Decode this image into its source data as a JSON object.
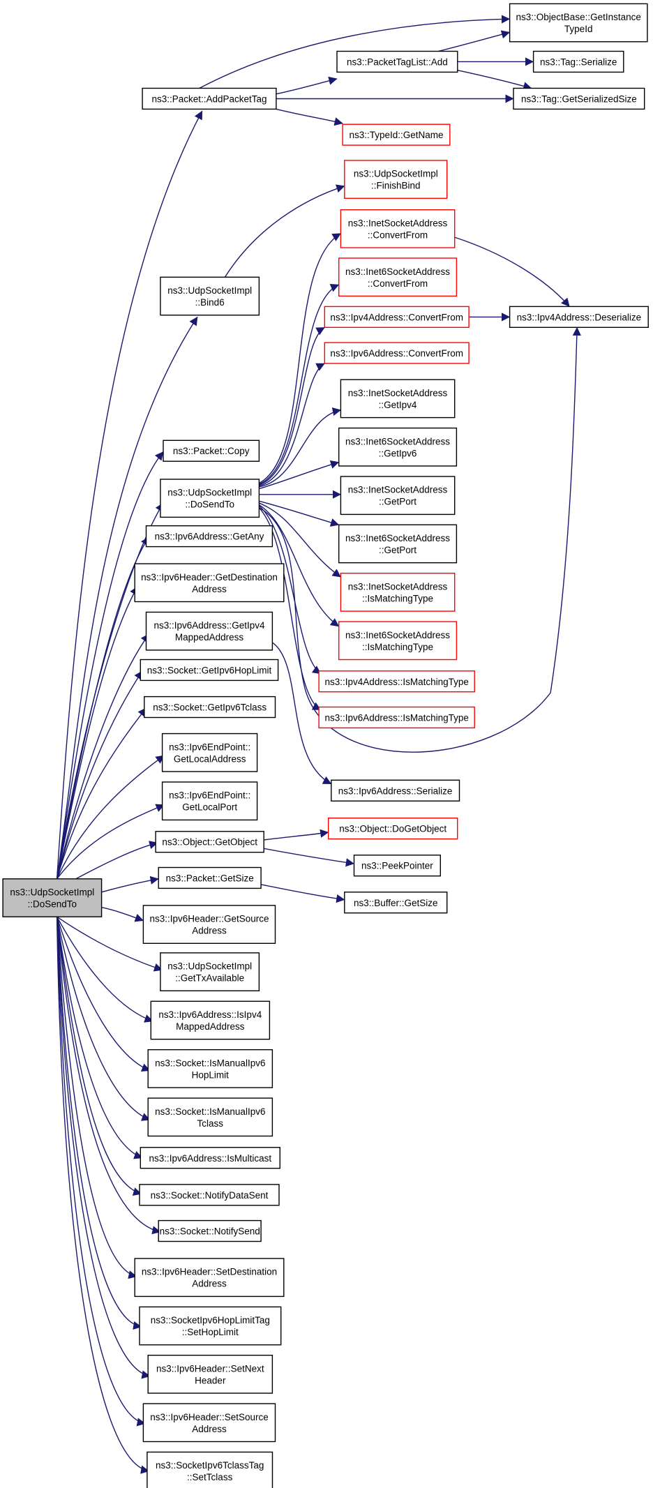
{
  "nodes": {
    "root": [
      "ns3::UdpSocketImpl",
      "::DoSendTo"
    ],
    "objectbase_gettypeid": [
      "ns3::ObjectBase::GetInstance",
      "TypeId"
    ],
    "packet_addpackettag": [
      "ns3::Packet::AddPacketTag"
    ],
    "packettaglist_add": [
      "ns3::PacketTagList::Add"
    ],
    "tag_serialize": [
      "ns3::Tag::Serialize"
    ],
    "tag_getserializedsize": [
      "ns3::Tag::GetSerializedSize"
    ],
    "typeid_getname": [
      "ns3::TypeId::GetName"
    ],
    "finishbind": [
      "ns3::UdpSocketImpl",
      "::FinishBind"
    ],
    "bind6": [
      "ns3::UdpSocketImpl",
      "::Bind6"
    ],
    "inetsock_convertfrom": [
      "ns3::InetSocketAddress",
      "::ConvertFrom"
    ],
    "inet6sock_convertfrom": [
      "ns3::Inet6SocketAddress",
      "::ConvertFrom"
    ],
    "ipv4_convertfrom": [
      "ns3::Ipv4Address::ConvertFrom"
    ],
    "ipv4_deserialize": [
      "ns3::Ipv4Address::Deserialize"
    ],
    "ipv6_convertfrom": [
      "ns3::Ipv6Address::ConvertFrom"
    ],
    "inetsock_getipv4": [
      "ns3::InetSocketAddress",
      "::GetIpv4"
    ],
    "packet_copy": [
      "ns3::Packet::Copy"
    ],
    "inet6sock_getipv6": [
      "ns3::Inet6SocketAddress",
      "::GetIpv6"
    ],
    "dosendto_inner": [
      "ns3::UdpSocketImpl",
      "::DoSendTo"
    ],
    "inetsock_getport": [
      "ns3::InetSocketAddress",
      "::GetPort"
    ],
    "ipv6_getany": [
      "ns3::Ipv6Address::GetAny"
    ],
    "inet6sock_getport": [
      "ns3::Inet6SocketAddress",
      "::GetPort"
    ],
    "ipv6hdr_getdest": [
      "ns3::Ipv6Header::GetDestination",
      "Address"
    ],
    "inetsock_ismatching": [
      "ns3::InetSocketAddress",
      "::IsMatchingType"
    ],
    "ipv6_getipv4mapped": [
      "ns3::Ipv6Address::GetIpv4",
      "MappedAddress"
    ],
    "inet6sock_ismatching": [
      "ns3::Inet6SocketAddress",
      "::IsMatchingType"
    ],
    "socket_getipv6hoplimit": [
      "ns3::Socket::GetIpv6HopLimit"
    ],
    "ipv4_ismatching": [
      "ns3::Ipv4Address::IsMatchingType"
    ],
    "socket_getipv6tclass": [
      "ns3::Socket::GetIpv6Tclass"
    ],
    "ipv6_ismatching": [
      "ns3::Ipv6Address::IsMatchingType"
    ],
    "ipv6ep_getlocaladdr": [
      "ns3::Ipv6EndPoint::",
      "GetLocalAddress"
    ],
    "ipv6_serialize": [
      "ns3::Ipv6Address::Serialize"
    ],
    "ipv6ep_getlocalport": [
      "ns3::Ipv6EndPoint::",
      "GetLocalPort"
    ],
    "object_getobject": [
      "ns3::Object::GetObject"
    ],
    "object_dogetobject": [
      "ns3::Object::DoGetObject"
    ],
    "peekpointer": [
      "ns3::PeekPointer"
    ],
    "packet_getsize": [
      "ns3::Packet::GetSize"
    ],
    "buffer_getsize": [
      "ns3::Buffer::GetSize"
    ],
    "ipv6hdr_getsource": [
      "ns3::Ipv6Header::GetSource",
      "Address"
    ],
    "gettxavailable": [
      "ns3::UdpSocketImpl",
      "::GetTxAvailable"
    ],
    "ipv6_isipv4mapped": [
      "ns3::Ipv6Address::IsIpv4",
      "MappedAddress"
    ],
    "socket_ismanualhoplimit": [
      "ns3::Socket::IsManualIpv6",
      "HopLimit"
    ],
    "socket_ismanualtclass": [
      "ns3::Socket::IsManualIpv6",
      "Tclass"
    ],
    "ipv6_ismulticast": [
      "ns3::Ipv6Address::IsMulticast"
    ],
    "socket_notifydatasent": [
      "ns3::Socket::NotifyDataSent"
    ],
    "socket_notifysend": [
      "ns3::Socket::NotifySend"
    ],
    "ipv6hdr_setdest": [
      "ns3::Ipv6Header::SetDestination",
      "Address"
    ],
    "hoplimittag_set": [
      "ns3::SocketIpv6HopLimitTag",
      "::SetHopLimit"
    ],
    "ipv6hdr_setnext": [
      "ns3::Ipv6Header::SetNext",
      "Header"
    ],
    "ipv6hdr_setsource": [
      "ns3::Ipv6Header::SetSource",
      "Address"
    ],
    "tclasstag_set": [
      "ns3::SocketIpv6TclassTag",
      "::SetTclass"
    ]
  },
  "colors": {
    "edge": "#191970",
    "node_border": "#000000",
    "undocumented_border": "#ff0000",
    "root_fill": "#bfbfbf"
  }
}
